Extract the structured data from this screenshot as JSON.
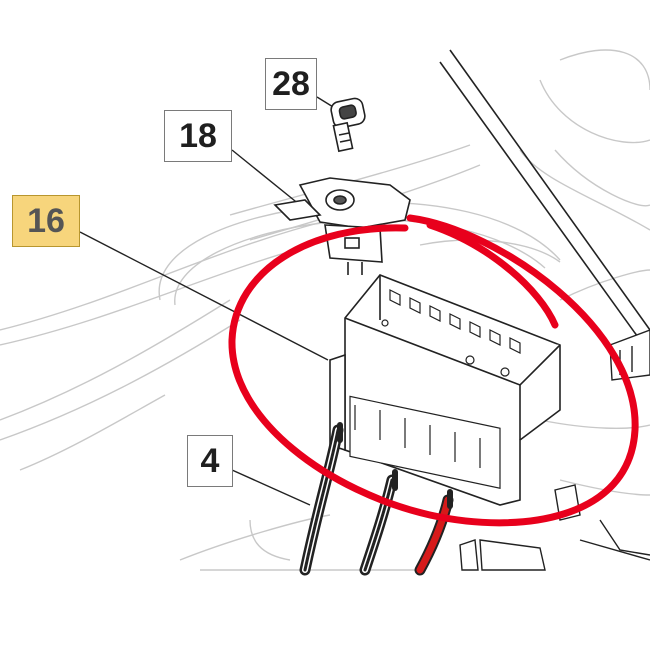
{
  "callouts": {
    "c28": {
      "label": "28"
    },
    "c18": {
      "label": "18"
    },
    "c16": {
      "label": "16"
    },
    "c4": {
      "label": "4"
    }
  },
  "colors": {
    "highlight_fill": "#f7d57c",
    "annotation_ring": "#e8001c",
    "part_stroke": "#222222",
    "background_stroke": "#c8c8c8",
    "red_wire": "#d61a1a"
  }
}
